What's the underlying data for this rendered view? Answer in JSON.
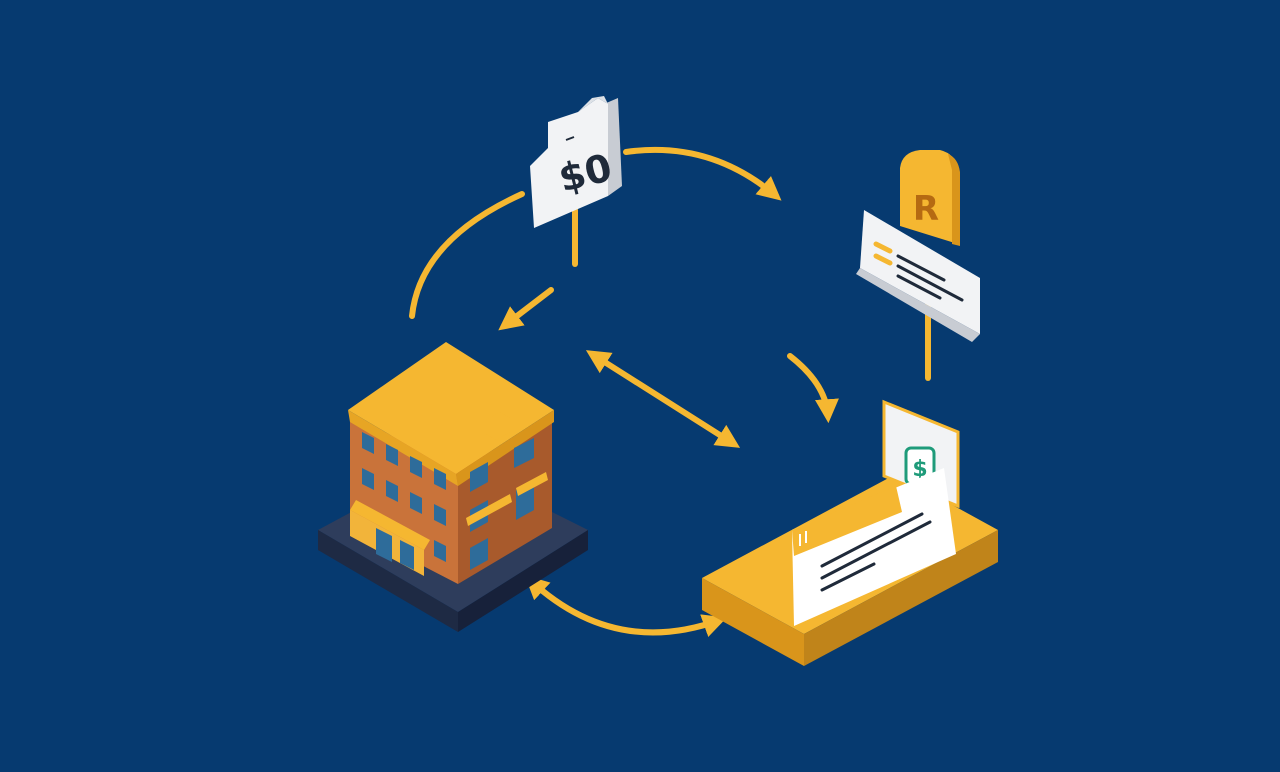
{
  "colors": {
    "background": "#063A70",
    "accent": "#F5B731",
    "accent_dark": "#D9951B",
    "brick": "#C9733A",
    "brick_dark": "#A85A2C",
    "paper": "#F2F3F5",
    "window": "#2E6C9A",
    "base": "#2E3D5C",
    "text_dark": "#1F2A3A",
    "money_green": "#1F9B7A"
  },
  "nodes": {
    "price_tag": {
      "label": "$0",
      "icon": "price-tag-icon"
    },
    "realtor_sign": {
      "label": "R",
      "icon": "realtor-sign-icon"
    },
    "building": {
      "icon": "apartment-building-icon"
    },
    "payment_document": {
      "badge": "$",
      "icon": "payment-document-icon"
    }
  },
  "connections": [
    {
      "name": "price-tag-to-realtor-arrow",
      "type": "one-way"
    },
    {
      "name": "price-tag-to-building-arrow",
      "type": "one-way"
    },
    {
      "name": "realtor-to-document-arrow",
      "type": "one-way"
    },
    {
      "name": "building-document-diagonal-arrow",
      "type": "two-way"
    },
    {
      "name": "building-document-bottom-arrow",
      "type": "two-way"
    },
    {
      "name": "left-arc-connector",
      "type": "line"
    }
  ]
}
